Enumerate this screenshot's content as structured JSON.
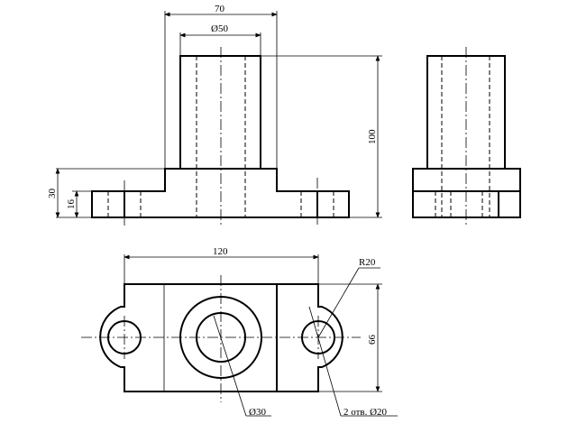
{
  "front_view": {
    "dim_width": "70",
    "dim_diameter": "Ø50",
    "dim_height": "100",
    "dim_base_height": "30",
    "dim_flange_height": "16"
  },
  "top_view": {
    "dim_length": "120",
    "dim_radius": "R20",
    "dim_width": "66",
    "dim_bore": "Ø30",
    "dim_holes": "2 отв. Ø20"
  }
}
